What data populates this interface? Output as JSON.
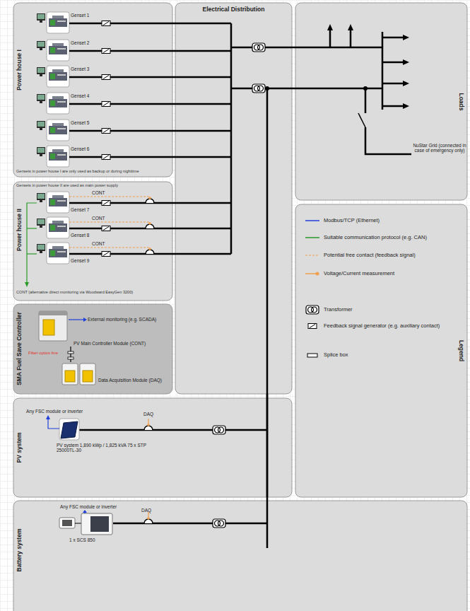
{
  "diagram": {
    "nodes": [
      {
        "text": [
          "Power house I",
          "Gensets in power house I are only used as backup or during nighttime"
        ]
      },
      {
        "text": [
          "Genset 1"
        ],
        "in": 0
      },
      {
        "text": [
          "Genset 2"
        ],
        "in": 0
      },
      {
        "text": [
          "Genset 3"
        ],
        "in": 0
      },
      {
        "text": [
          "Genset 4"
        ],
        "in": 0
      },
      {
        "text": [
          "Genset 5"
        ],
        "in": 0
      },
      {
        "text": [
          "Genset 6"
        ],
        "in": 0
      },
      {
        "text": [
          "Power house II",
          "Gensets in power house II are used as main power supply",
          "CONT (alternative direct monitoring via Woodward EasyGen 3200)"
        ]
      },
      {
        "text": [
          "Genset 7"
        ],
        "in": 7
      },
      {
        "text": [
          "Genset 8"
        ],
        "in": 7
      },
      {
        "text": [
          "Genset 9"
        ],
        "in": 7
      },
      {
        "text": [
          "Electrical Distribution"
        ]
      },
      {
        "text": [
          "Loads",
          "NuStar Grid (connected in case of emergency only)"
        ]
      },
      {
        "text": [
          "SMA Fuel Save Controller"
        ]
      },
      {
        "text": [
          "PV Main Controller Module (CONT)"
        ],
        "in": 13
      },
      {
        "text": [
          "Data Acquisition Module (DAQ)"
        ],
        "in": 13
      },
      {
        "text": [
          "Legend"
        ]
      },
      {
        "text": [
          "PV system",
          "PV system 1,890 kWp / 1,825 kVA 75 x STP 25000TL-30"
        ]
      },
      {
        "text": [
          "Battery system",
          "1 x SCS 850"
        ]
      }
    ],
    "edges": [
      {
        "from": 1,
        "to": 11,
        "arrow": "none"
      },
      {
        "from": 2,
        "to": 11,
        "arrow": "none"
      },
      {
        "from": 3,
        "to": 11,
        "arrow": "none"
      },
      {
        "from": 4,
        "to": 11,
        "arrow": "none"
      },
      {
        "from": 5,
        "to": 11,
        "arrow": "none"
      },
      {
        "from": 6,
        "to": 11,
        "arrow": "none"
      },
      {
        "from": 8,
        "to": 11,
        "arrow": "none"
      },
      {
        "from": 9,
        "to": 11,
        "arrow": "none"
      },
      {
        "from": 10,
        "to": 11,
        "arrow": "none"
      },
      {
        "from": 11,
        "to": 12,
        "arrow": "none"
      },
      {
        "from": 11,
        "to": 12,
        "arrow": "none"
      },
      {
        "from": 17,
        "to": 11,
        "arrow": "none"
      },
      {
        "from": 18,
        "to": 11,
        "arrow": "none"
      },
      {
        "from": 14,
        "to": 15,
        "label": "Fiber optics line",
        "arrow": "none"
      }
    ],
    "labels": [
      "CONT",
      "CONT",
      "CONT",
      "External monitoring (e.g. SCADA)",
      "Any FSC module or inverter",
      "DAQ",
      "Any FSC module or inverter",
      "DAQ"
    ],
    "legend": [
      {
        "text": "Modbus/TCP (Ethernet)"
      },
      {
        "text": "Suitable communication protocol (e.g. CAN)"
      },
      {
        "text": "Potential free contact (feedback signal)"
      },
      {
        "text": "Voltage/Current measurement"
      },
      {
        "text": "Transformer"
      },
      {
        "text": "Feedback signal generator (e.g. auxiliary contact)"
      },
      {
        "text": "Splice box"
      }
    ]
  }
}
